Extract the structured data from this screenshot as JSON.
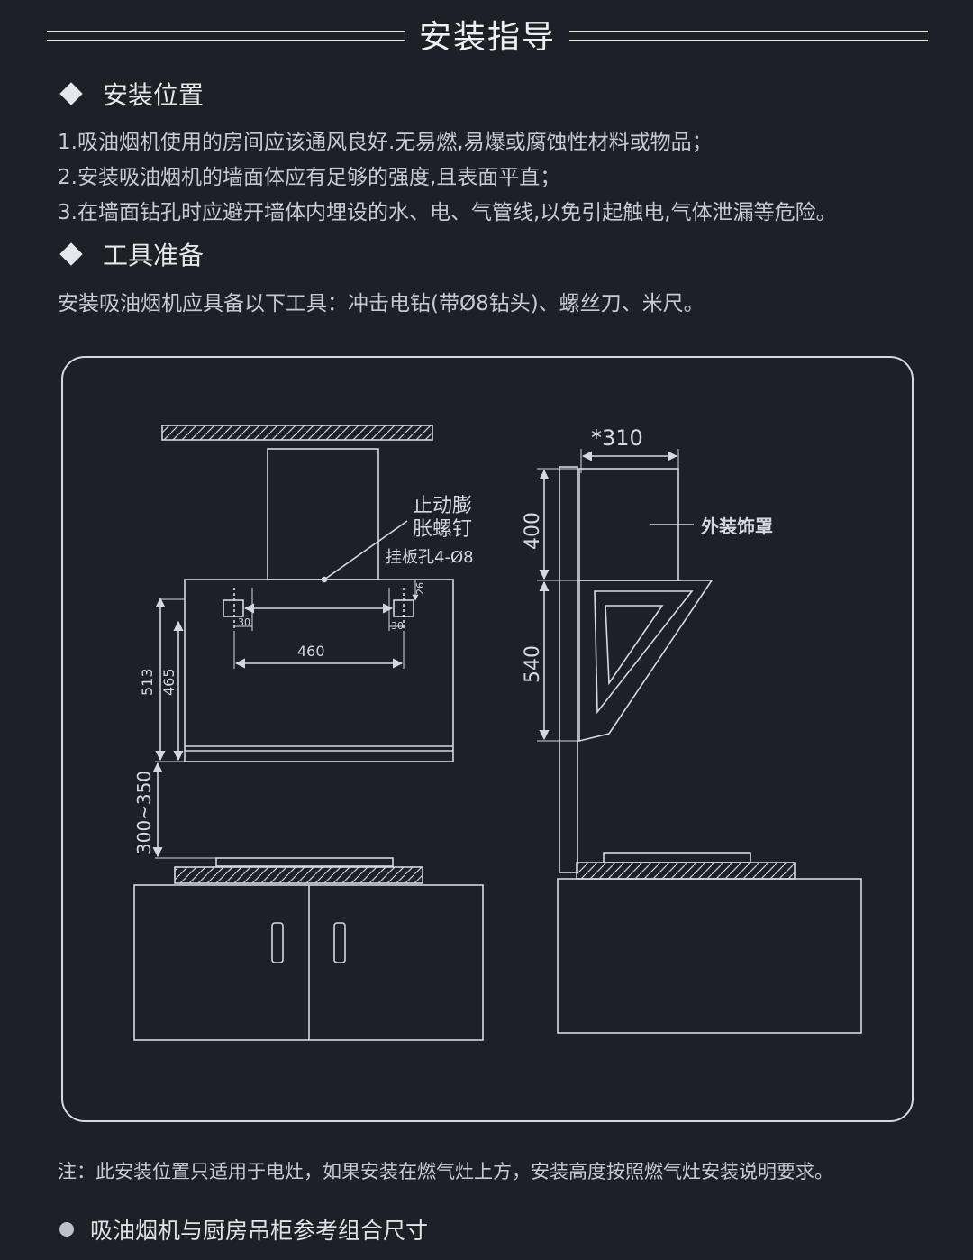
{
  "header": {
    "title": "安装指导"
  },
  "sections": [
    {
      "heading": "安装位置",
      "lines": [
        "1.吸油烟机使用的房间应该通风良好.无易燃,易爆或腐蚀性材料或物品；",
        "2.安装吸油烟机的墙面体应有足够的强度,且表面平直；",
        "3.在墙面钻孔时应避开墙体内埋设的水、电、气管线,以免引起触电,气体泄漏等危险。"
      ]
    },
    {
      "heading": "工具准备",
      "lines": [
        "安装吸油烟机应具备以下工具：冲击电钻(带Ø8钻头)、螺丝刀、米尺。"
      ]
    }
  ],
  "diagram": {
    "front": {
      "anchor_label_1": "止动膨",
      "anchor_label_2": "胀螺钉",
      "hole_label": "挂板孔4-Ø8",
      "dim_26": "26",
      "dim_30_left": "30",
      "dim_30_right": "30",
      "dim_460": "460",
      "dim_513": "513",
      "dim_465": "465",
      "dim_gap": "300~350"
    },
    "side": {
      "dim_310": "*310",
      "dim_400": "400",
      "dim_540": "540",
      "cover_label": "外装饰罩"
    }
  },
  "note": "注：此安装位置只适用于电灶，如果安装在燃气灶上方，安装高度按照燃气灶安装说明要求。",
  "footer_item": "吸油烟机与厨房吊柜参考组合尺寸",
  "colors": {
    "background": "#1e2028",
    "line": "#d6d8e0",
    "text": "#c8cad2"
  }
}
